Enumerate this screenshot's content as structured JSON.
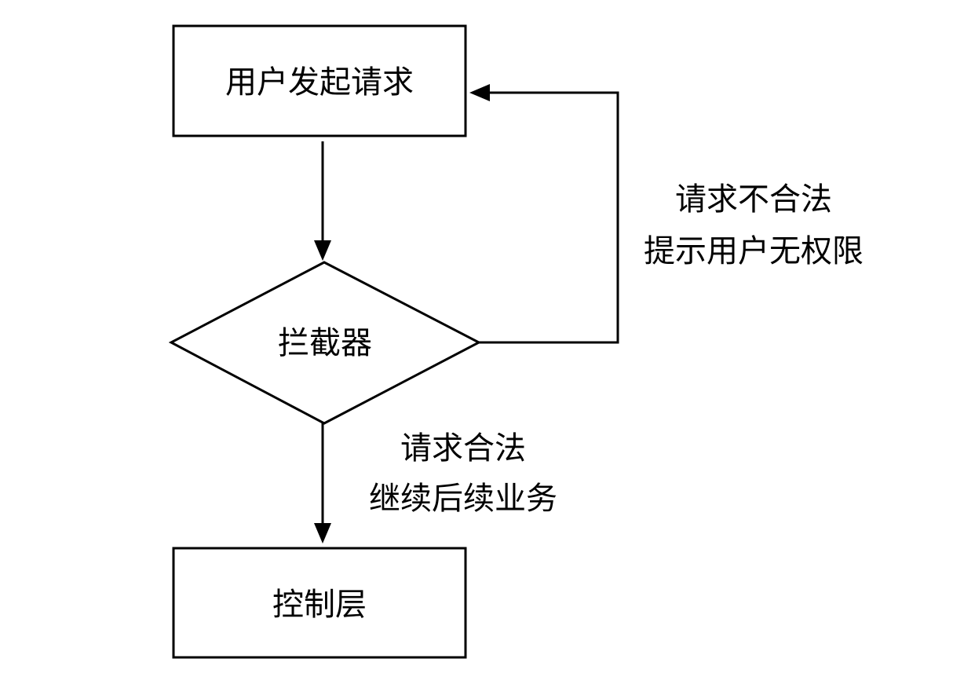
{
  "diagram": {
    "nodes": {
      "start": {
        "label": "用户发起请求",
        "shape": "rectangle"
      },
      "interceptor": {
        "label": "拦截器",
        "shape": "diamond"
      },
      "controller": {
        "label": "控制层",
        "shape": "rectangle"
      }
    },
    "edges": {
      "reject": {
        "from": "interceptor",
        "to": "start",
        "label_line1": "请求不合法",
        "label_line2": "提示用户无权限"
      },
      "accept": {
        "from": "interceptor",
        "to": "controller",
        "label_line1": "请求合法",
        "label_line2": "继续后续业务"
      },
      "submit": {
        "from": "start",
        "to": "interceptor"
      }
    },
    "colors": {
      "stroke": "#000000",
      "background": "#ffffff"
    }
  }
}
